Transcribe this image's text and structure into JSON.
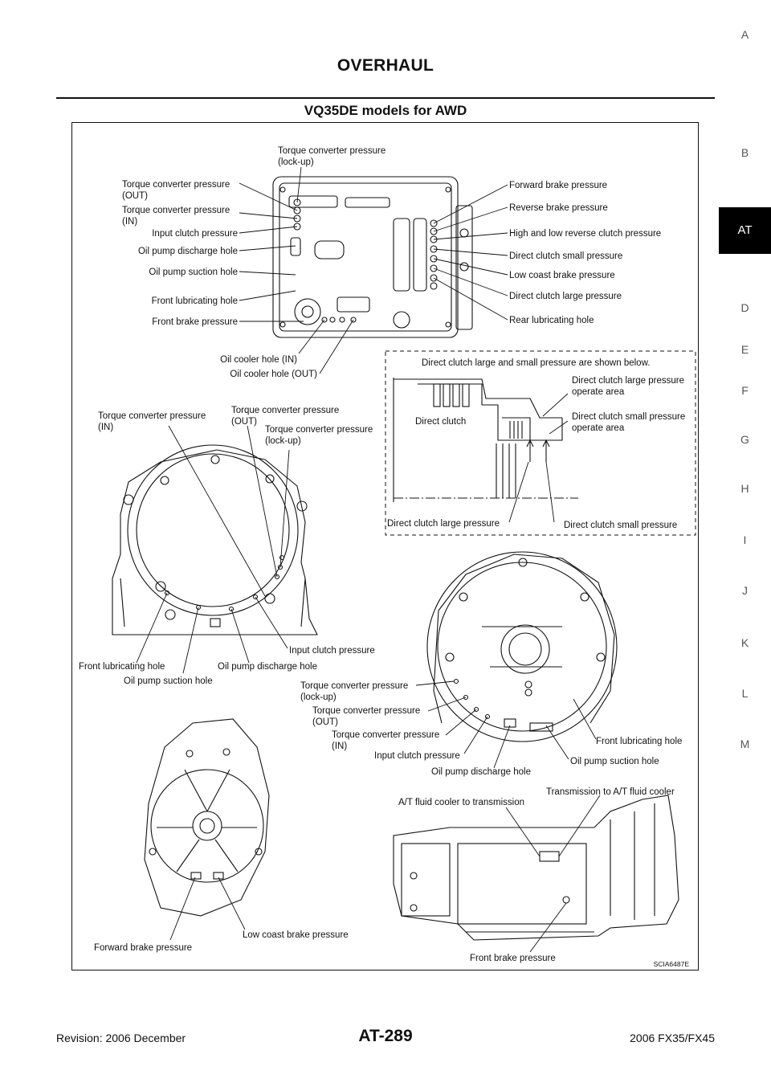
{
  "header": {
    "title": "OVERHAUL",
    "section_title": "VQ35DE models for AWD"
  },
  "side_index": [
    "A",
    "B",
    "AT",
    "D",
    "E",
    "F",
    "G",
    "H",
    "I",
    "J",
    "K",
    "L",
    "M"
  ],
  "side_index_active": "AT",
  "figure": {
    "top_labels": {
      "tc_lockup_1": "Torque converter pressure",
      "tc_lockup_2": "(lock-up)",
      "tc_out_1": "Torque converter pressure",
      "tc_out_2": "(OUT)",
      "tc_in_1": "Torque converter pressure",
      "tc_in_2": "(IN)",
      "input_clutch": "Input clutch pressure",
      "oil_pump_discharge": "Oil pump discharge hole",
      "oil_pump_suction": "Oil pump suction hole",
      "front_lubricating": "Front lubricating hole",
      "front_brake": "Front brake pressure",
      "oil_cooler_in": "Oil cooler hole (IN)",
      "oil_cooler_out": "Oil cooler hole (OUT)",
      "forward_brake": "Forward brake pressure",
      "reverse_brake": "Reverse brake pressure",
      "high_low_reverse": "High and low reverse clutch pressure",
      "direct_small": "Direct clutch small pressure",
      "low_coast": "Low coast brake pressure",
      "direct_large": "Direct clutch large pressure",
      "rear_lubricating": "Rear lubricating hole"
    },
    "detail_box": {
      "caption": "Direct clutch large and small pressure are shown below.",
      "large_operate_1": "Direct clutch large pressure",
      "large_operate_2": "operate area",
      "small_operate_1": "Direct clutch small pressure",
      "small_operate_2": "operate area",
      "direct_clutch": "Direct clutch",
      "large_pressure": "Direct clutch large pressure",
      "small_pressure": "Direct clutch small pressure"
    },
    "left_housing": {
      "tc_in_1": "Torque converter pressure",
      "tc_in_2": "(IN)",
      "tc_out_1": "Torque converter pressure",
      "tc_out_2": "(OUT)",
      "tc_lockup_1": "Torque converter pressure",
      "tc_lockup_2": "(lock-up)",
      "input_clutch": "Input clutch pressure",
      "front_lubricating": "Front lubricating hole",
      "oil_pump_discharge": "Oil pump discharge hole",
      "oil_pump_suction": "Oil pump suction hole"
    },
    "right_housing": {
      "tc_lockup_1": "Torque converter pressure",
      "tc_lockup_2": "(lock-up)",
      "tc_out_1": "Torque converter pressure",
      "tc_out_2": "(OUT)",
      "tc_in_1": "Torque converter pressure",
      "tc_in_2": "(IN)",
      "input_clutch": "Input clutch pressure",
      "oil_pump_discharge": "Oil pump discharge hole",
      "front_lubricating": "Front lubricating hole",
      "oil_pump_suction": "Oil pump suction hole"
    },
    "bottom": {
      "forward_brake": "Forward brake pressure",
      "low_coast": "Low coast brake pressure",
      "cooler_to_trans": "A/T fluid cooler to transmission",
      "trans_to_cooler": "Transmission to A/T fluid cooler",
      "front_brake": "Front brake pressure",
      "figure_id": "SCIA6487E"
    }
  },
  "footer": {
    "revision": "Revision: 2006 December",
    "page": "AT-289",
    "model": "2006 FX35/FX45"
  }
}
